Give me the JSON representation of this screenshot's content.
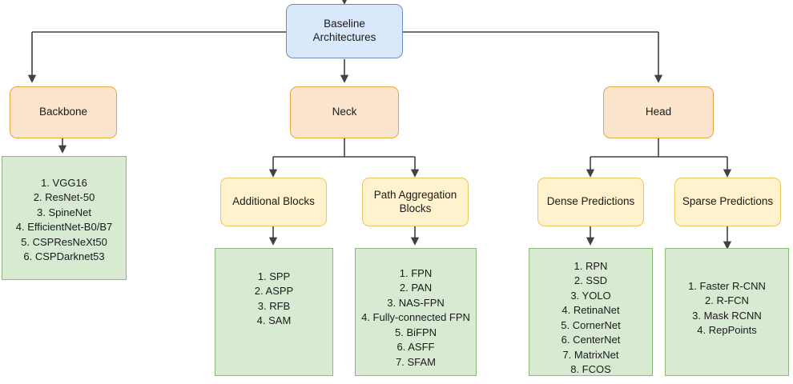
{
  "diagram": {
    "title": "Baseline Architectures taxonomy",
    "colors": {
      "root_fill": "#dae8fc",
      "root_stroke": "#6c8ebf",
      "category_fill": "#fce5cd",
      "category_stroke": "#e8a33d",
      "subcategory_fill": "#fff2cc",
      "subcategory_stroke": "#e8c85c",
      "leaf_fill": "#d9ead3",
      "leaf_stroke": "#8fb97a",
      "connector": "#414141",
      "background": "#ffffff"
    },
    "root": {
      "label": "Baseline\nArchitectures"
    },
    "categories": {
      "backbone": {
        "label": "Backbone"
      },
      "neck": {
        "label": "Neck"
      },
      "head": {
        "label": "Head"
      }
    },
    "subcategories": {
      "additional_blocks": {
        "label": "Additional Blocks"
      },
      "path_aggregation_blocks": {
        "label": "Path Aggregation\nBlocks"
      },
      "dense_predictions": {
        "label": "Dense Predictions"
      },
      "sparse_predictions": {
        "label": "Sparse Predictions"
      }
    },
    "lists": {
      "backbone_items": [
        "1. VGG16",
        "2. ResNet-50",
        "3. SpineNet",
        "4. EfficientNet-B0/B7",
        "5. CSPResNeXt50",
        "6. CSPDarknet53"
      ],
      "additional_blocks_items": [
        "1. SPP",
        "2. ASPP",
        "3. RFB",
        "4. SAM"
      ],
      "path_aggregation_items": [
        "1. FPN",
        "2. PAN",
        "3. NAS-FPN",
        "4. Fully-connected FPN",
        "5. BiFPN",
        "6. ASFF",
        "7. SFAM"
      ],
      "dense_predictions_items": [
        "1. RPN",
        "2. SSD",
        "3. YOLO",
        "4. RetinaNet",
        "5. CornerNet",
        "6. CenterNet",
        "7. MatrixNet",
        "8. FCOS"
      ],
      "sparse_predictions_items": [
        "1. Faster R-CNN",
        "2. R-FCN",
        "3. Mask RCNN",
        "4. RepPoints"
      ]
    }
  }
}
